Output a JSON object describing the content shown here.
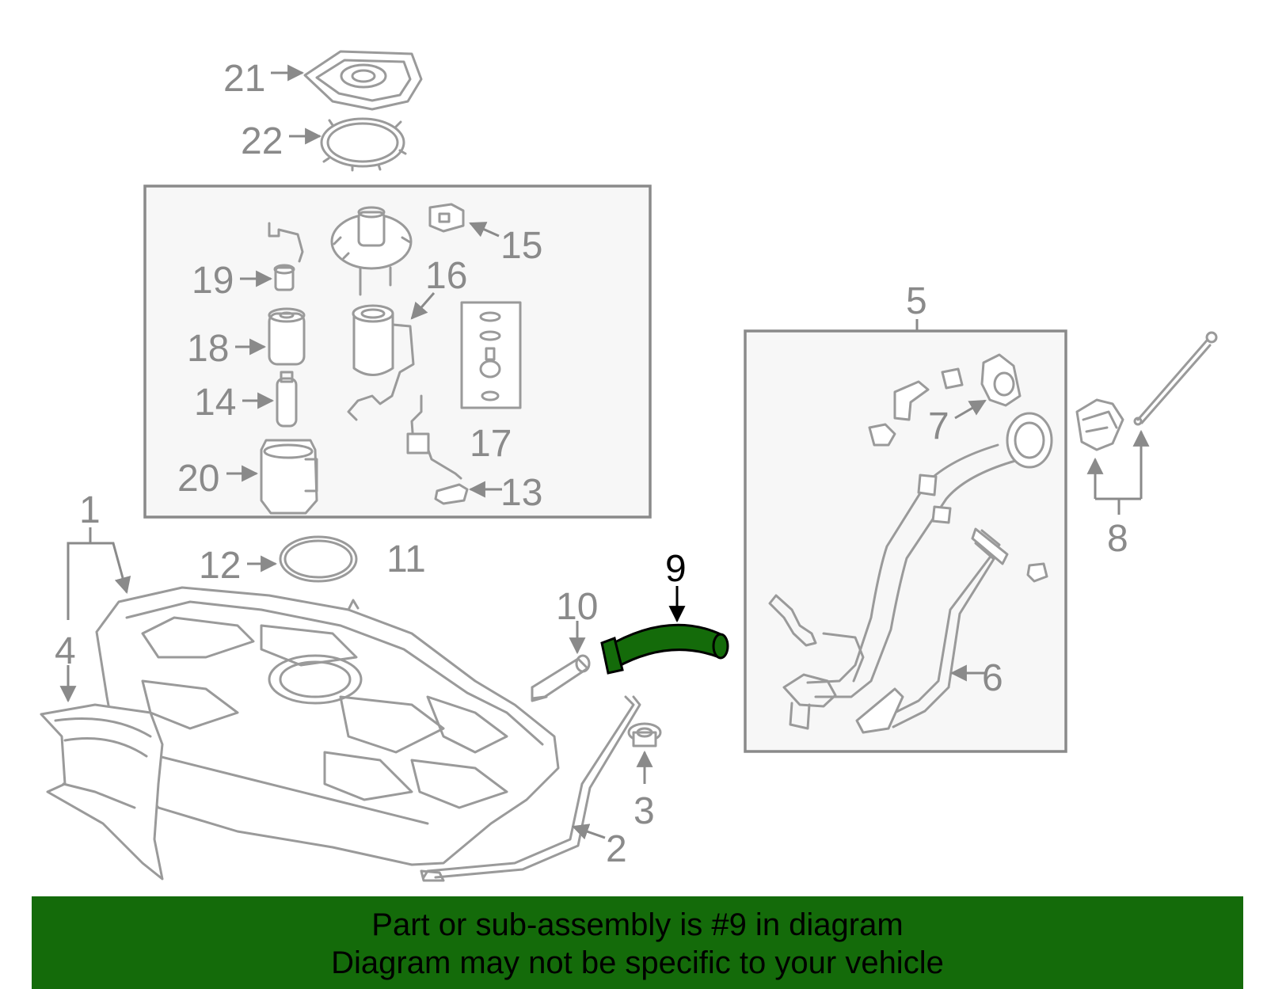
{
  "callouts": {
    "c1": "1",
    "c2": "2",
    "c3": "3",
    "c4": "4",
    "c5": "5",
    "c6": "6",
    "c7": "7",
    "c8": "8",
    "c9": "9",
    "c10": "10",
    "c11": "11",
    "c12": "12",
    "c13": "13",
    "c14": "14",
    "c15": "15",
    "c16": "16",
    "c17": "17",
    "c18": "18",
    "c19": "19",
    "c20": "20",
    "c21": "21",
    "c22": "22"
  },
  "highlighted_part": "9",
  "colors": {
    "highlight": "#146b0a",
    "line_art": "#9a9a9a",
    "banner": "#146b0a"
  },
  "banner": {
    "line1": "Part or sub-assembly is #9 in diagram",
    "line2": "Diagram may not be specific to your vehicle"
  }
}
